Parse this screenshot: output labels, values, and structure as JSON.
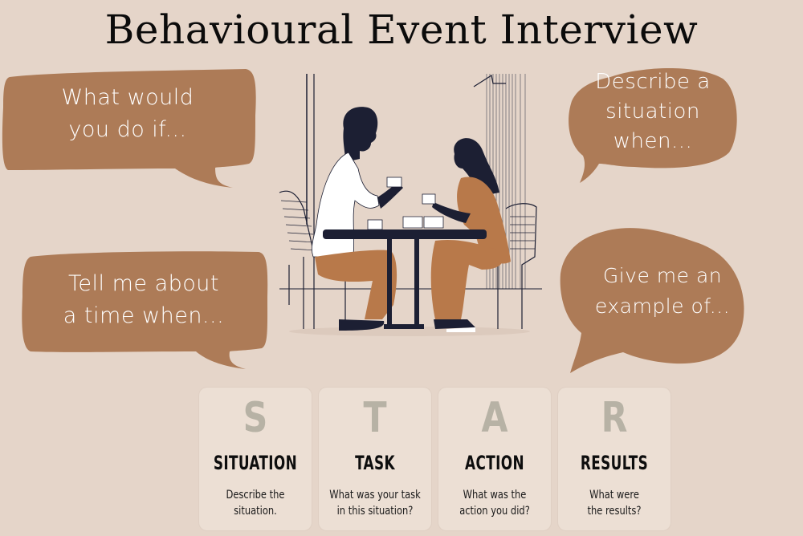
{
  "title": "Behavioural Event Interview",
  "colors": {
    "background": "#e5d5c9",
    "bubble": "#ad7b57",
    "bubble_text": "#ffffff",
    "card_bg": "#ecdfd4",
    "card_letter": "#b7b2a5",
    "ink": "#1c1f33",
    "clothing": "#b8794a"
  },
  "bubbles": [
    {
      "lines": [
        "What would",
        "you do if..."
      ]
    },
    {
      "lines": [
        "Describe a",
        "situation",
        "when..."
      ]
    },
    {
      "lines": [
        "Tell me about",
        "a time when..."
      ]
    },
    {
      "lines": [
        "Give me an",
        "example of..."
      ]
    }
  ],
  "illustration": {
    "description": "Two people talking over coffee at a cafe table"
  },
  "star": [
    {
      "letter": "S",
      "heading": "SITUATION",
      "desc": [
        "Describe the",
        "situation."
      ]
    },
    {
      "letter": "T",
      "heading": "TASK",
      "desc": [
        "What was your task",
        "in this situation?"
      ]
    },
    {
      "letter": "A",
      "heading": "ACTION",
      "desc": [
        "What was the",
        "action you did?"
      ]
    },
    {
      "letter": "R",
      "heading": "RESULTS",
      "desc": [
        "What were",
        "the results?"
      ]
    }
  ]
}
